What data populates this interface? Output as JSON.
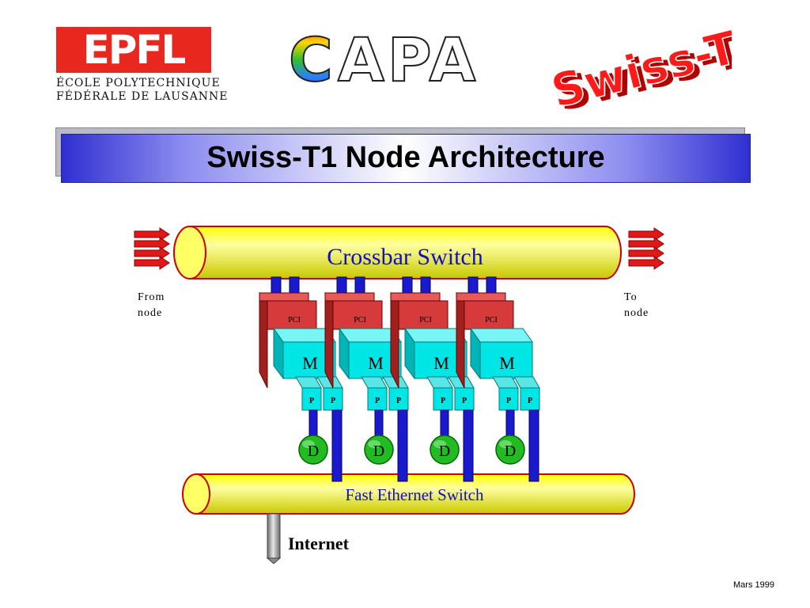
{
  "logos": {
    "epfl": {
      "mark": "EPFL",
      "line1": "ÉCOLE POLYTECHNIQUE",
      "line2": "FÉDÉRALE DE LAUSANNE"
    },
    "capa": {
      "text": "CAPA"
    },
    "swisstx": {
      "text": "Swiss-Tx"
    }
  },
  "slide": {
    "title": "Swiss-T1 Node Architecture",
    "date": "Mars 1999"
  },
  "diagram": {
    "crossbar_label": "Crossbar Switch",
    "ethernet_label": "Fast Ethernet Switch",
    "internet_label": "Internet",
    "from_label": [
      "From",
      "node"
    ],
    "to_label": [
      "To",
      "node"
    ],
    "nodes": [
      {
        "pci": "PCI",
        "memory": "M",
        "processors": [
          "P",
          "P"
        ],
        "disk": "D"
      },
      {
        "pci": "PCI",
        "memory": "M",
        "processors": [
          "P",
          "P"
        ],
        "disk": "D"
      },
      {
        "pci": "PCI",
        "memory": "M",
        "processors": [
          "P",
          "P"
        ],
        "disk": "D"
      },
      {
        "pci": "PCI",
        "memory": "M",
        "processors": [
          "P",
          "P"
        ],
        "disk": "D"
      }
    ]
  },
  "colors": {
    "epfl_red": "#e8281f",
    "bus_yellow": "#ffff00",
    "bus_outline": "#cc0000",
    "pci_red": "#d63a3a",
    "memory_cyan": "#00e5e5",
    "disk_green": "#22bb22",
    "wire_blue": "#1a1acc",
    "label_blue": "#1010c0"
  }
}
